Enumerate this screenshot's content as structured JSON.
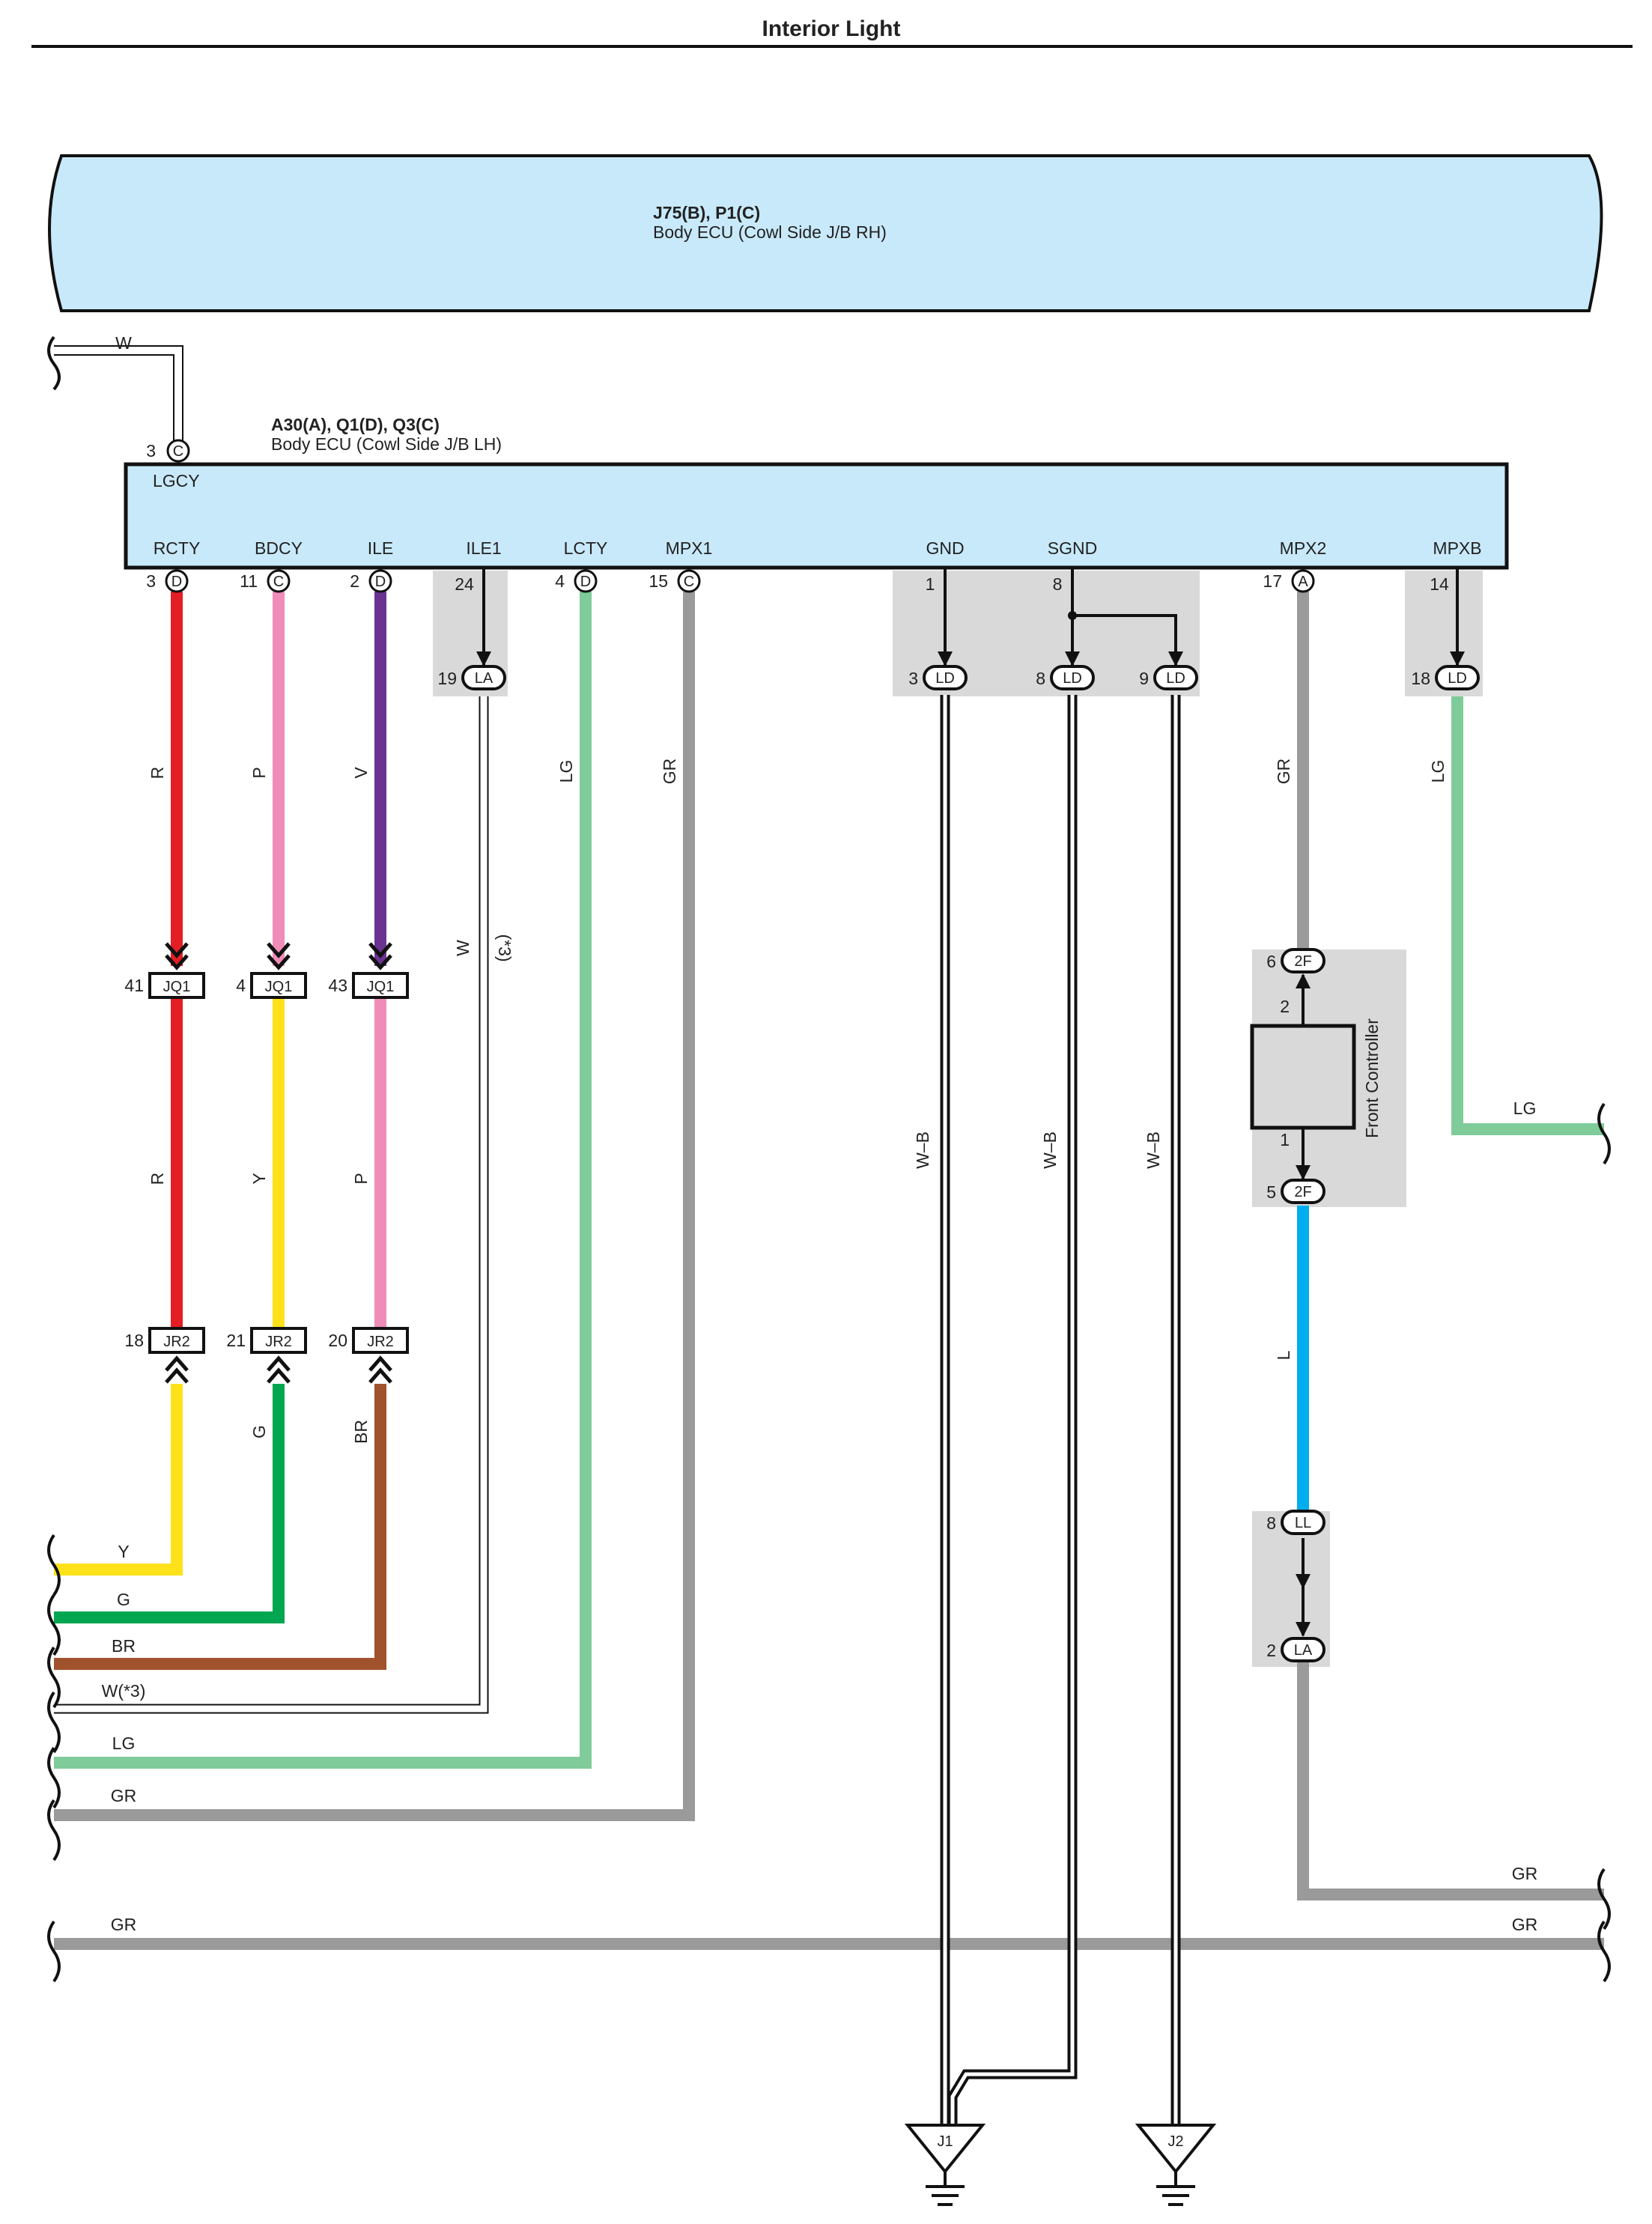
{
  "title": "Interior Light",
  "ecu_rh": {
    "code": "J75(B), P1(C)",
    "name": "Body ECU (Cowl Side J/B RH)"
  },
  "ecu_lh": {
    "code": "A30(A), Q1(D), Q3(C)",
    "name": "Body ECU (Cowl Side J/B LH)"
  },
  "terminals": {
    "lgcy": "LGCY",
    "rcty": "RCTY",
    "bdcy": "BDCY",
    "ile": "ILE",
    "ile1": "ILE1",
    "lcty": "LCTY",
    "mpx1": "MPX1",
    "gnd": "GND",
    "sgnd": "SGND",
    "mpx2": "MPX2",
    "mpxb": "MPXB"
  },
  "pins": {
    "lgcy": "3",
    "rcty": "3",
    "bdcy": "11",
    "ile": "2",
    "ile1": "24",
    "lcty": "4",
    "mpx1": "15",
    "gnd": "1",
    "sgnd": "8",
    "mpx2": "17",
    "mpxb": "14",
    "la19": "19",
    "ld3": "3",
    "ld8": "8",
    "ld9": "9",
    "ld18": "18",
    "jq41": "41",
    "jq4": "4",
    "jq43": "43",
    "jr18": "18",
    "jr21": "21",
    "jr20": "20",
    "f2f6": "6",
    "f2f5": "5",
    "fc2": "2",
    "fc1": "1",
    "ll8": "8",
    "la2": "2"
  },
  "connectors": {
    "c": "C",
    "d": "D",
    "a": "A",
    "la": "LA",
    "ld": "LD",
    "jq1": "JQ1",
    "jr2": "JR2",
    "f2": "2F",
    "ll": "LL",
    "j1": "J1",
    "j2": "J2"
  },
  "front_controller": "Front Controller",
  "wires": {
    "w": "W",
    "w3": "W",
    "star3": "(*3)",
    "w_star3": "W(*3)",
    "r": "R",
    "p": "P",
    "v": "V",
    "lg": "LG",
    "gr": "GR",
    "y": "Y",
    "g": "G",
    "br": "BR",
    "wb": "W–B",
    "l": "L"
  },
  "colors": {
    "ecu_fill": "#c8e9fa",
    "red": "#e31e24",
    "pink": "#f08cb8",
    "violet": "#6a3391",
    "yellow": "#ffe11a",
    "green": "#00a650",
    "brown": "#a0522d",
    "light_green": "#7fcc9a",
    "gray": "#9a9a9a",
    "blue": "#00aeef",
    "box_gray": "#d9d9d9"
  }
}
